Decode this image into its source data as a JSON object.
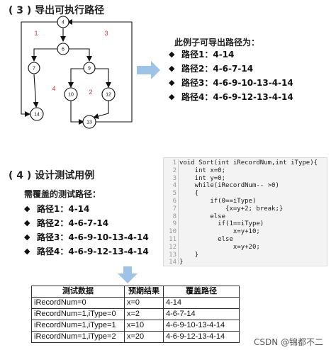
{
  "section3": {
    "title": "( 3 ) 导出可执行路径",
    "intro": "此例子可导出路径为：",
    "paths": [
      "路径1：4-14",
      "路径2：4-6-7-14",
      "路径3：4-6-9-10-13-4-14",
      "路径4：4-6-9-12-13-4-14"
    ]
  },
  "graph": {
    "nodes": [
      "4",
      "6",
      "7",
      "9",
      "10",
      "12",
      "13",
      "14"
    ],
    "regions": [
      "1",
      "2",
      "3",
      "4"
    ],
    "region_color": "#d9342b"
  },
  "section4": {
    "title": "( 4 ) 设计测试用例",
    "intro": "需覆盖的测试路径：",
    "paths": [
      "路径1：4-14",
      "路径2：4-6-7-14",
      "路径3：4-6-9-10-13-4-14",
      "路径4：4-6-9-12-13-4-14"
    ]
  },
  "code": {
    "line_numbers": [
      "1",
      "2",
      "3",
      "4",
      "5",
      "6",
      "7",
      "8",
      "9",
      "10",
      "11",
      "12",
      "13",
      "14"
    ],
    "lines": [
      "void Sort(int iRecordNum,int iType){",
      "    int x=0;",
      "    int y=0;",
      "    while(iRecordNum-- >0)",
      "    {",
      "        if(0==iType)",
      "            {x=y+2; break;}",
      "        else",
      "          if(1==iType)",
      "              x=y+10;",
      "          else",
      "              x=y+20;",
      "    }",
      "}"
    ]
  },
  "table": {
    "headers": [
      "测试数据",
      "预期结果",
      "覆盖路径"
    ],
    "rows": [
      [
        "iRecordNum=0",
        "x=0",
        "4-14"
      ],
      [
        "iRecordNum=1,iType=0",
        "x=2",
        "4-6-7-14"
      ],
      [
        "iRecordNum=1,iType=1",
        "x=10",
        "4-6-9-10-13-4-14"
      ],
      [
        "iRecordNum=1,iType=2",
        "x=20",
        "4-6-9-12-13-4-14"
      ]
    ]
  },
  "arrow_color": "#9fc3e6",
  "watermark": "CSDN @锦都不二"
}
